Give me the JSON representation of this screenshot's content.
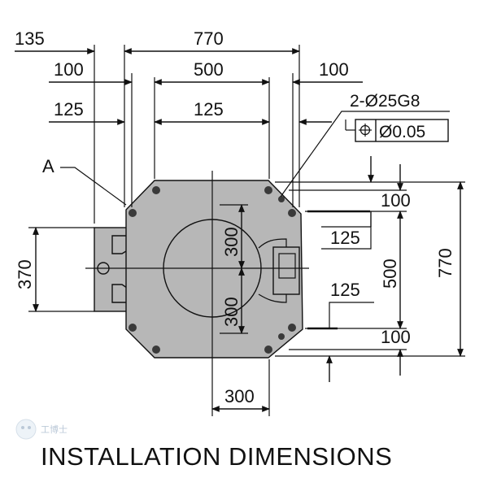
{
  "title": "INSTALLATION DIMENSIONS",
  "watermark": "工博士",
  "labels": {
    "a": "A",
    "hole_spec": "2-Ø25G8",
    "tolerance": "Ø0.05"
  },
  "dims_top": {
    "d135": "135",
    "d770": "770",
    "d100_left": "100",
    "d500": "500",
    "d100_right": "100",
    "d125_left": "125",
    "d125_center": "125"
  },
  "dims_right": {
    "d100_top": "100",
    "d125_top": "125",
    "d500": "500",
    "d770": "770",
    "d125_bottom": "125",
    "d100_bottom": "100"
  },
  "dims_other": {
    "d370": "370",
    "d300_upper": "300",
    "d300_lower": "300",
    "d300_bottom": "300"
  },
  "colors": {
    "body_fill": "#b7b7b7",
    "line": "#111111"
  }
}
